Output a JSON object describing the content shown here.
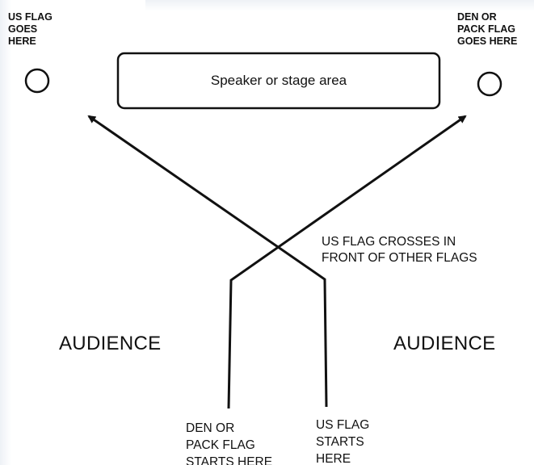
{
  "labels": {
    "us_flag_destination": [
      "US FLAG",
      "GOES",
      "HERE"
    ],
    "den_flag_destination": [
      "DEN OR",
      "PACK FLAG",
      "GOES HERE"
    ],
    "stage": "Speaker or stage area",
    "audience_left": "AUDIENCE",
    "audience_right": "AUDIENCE",
    "crossing_note": [
      "US FLAG CROSSES IN",
      "FRONT OF OTHER FLAGS"
    ],
    "den_flag_start": [
      "DEN OR",
      "PACK FLAG",
      "STARTS HERE"
    ],
    "us_flag_start": [
      "US FLAG",
      "STARTS",
      "HERE"
    ]
  },
  "colors": {
    "ink": "#111111",
    "background": "#ffffff"
  }
}
